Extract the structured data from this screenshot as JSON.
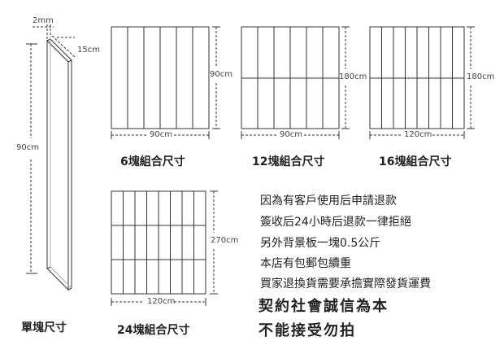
{
  "single": {
    "thickness_label": "2mm",
    "width_label": "15cm",
    "height_label": "90cm",
    "caption": "單塊尺寸"
  },
  "combo6": {
    "width_label": "90cm",
    "height_label": "90cm",
    "caption": "6塊組合尺寸"
  },
  "combo12": {
    "width_label": "90cm",
    "height_label": "180cm",
    "caption": "12塊組合尺寸"
  },
  "combo16": {
    "width_label": "120cm",
    "height_label": "180cm",
    "caption": "16塊組合尺寸"
  },
  "combo24": {
    "width_label": "120cm",
    "height_label": "270cm",
    "caption": "24塊組合尺寸"
  },
  "notes": [
    "因為有客戶使用后申請退款",
    "簽收后24小時后退款一律拒絕",
    "另外背景板一塊0.5公斤",
    "本店有包郵包續重",
    "買家退換貨需要承擔實際發貨運費"
  ],
  "motto": [
    "契約社會誠信為本",
    "不能接受勿拍"
  ]
}
